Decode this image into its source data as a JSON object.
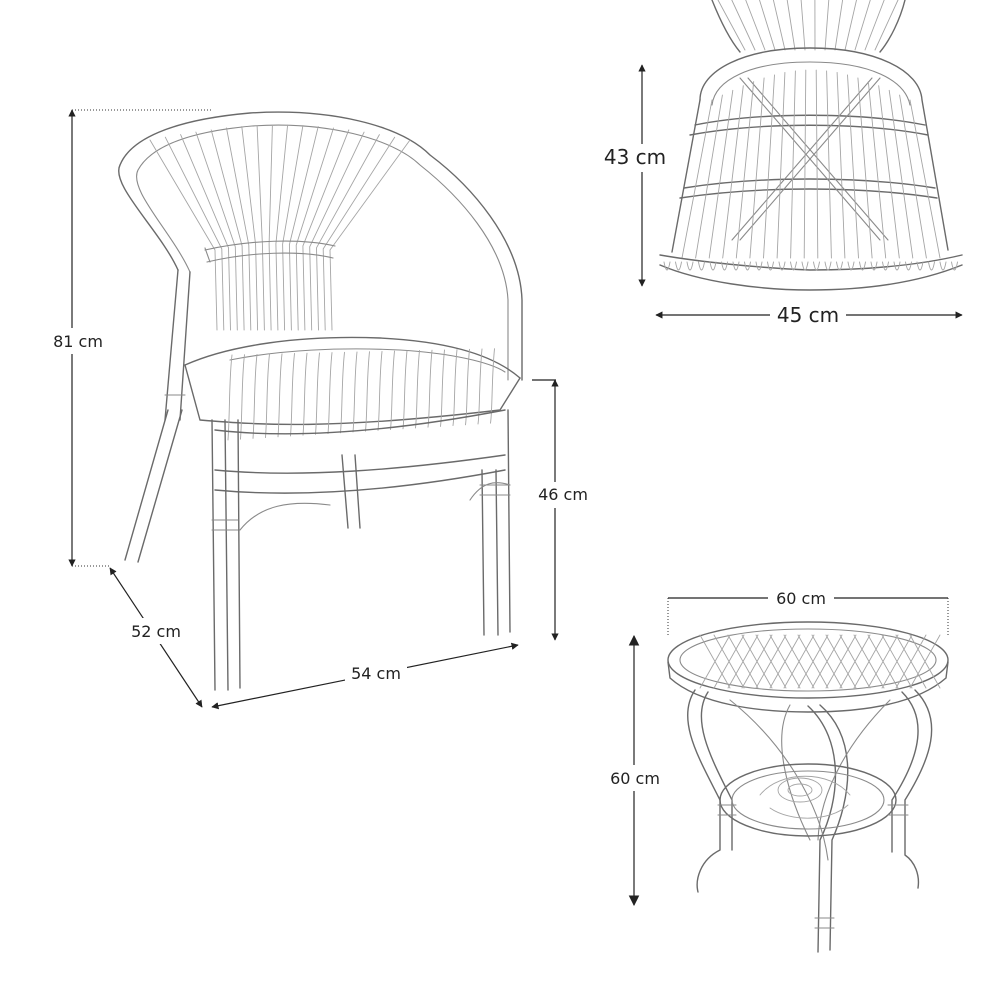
{
  "dimensions": {
    "chair_height": "81 cm",
    "chair_depth": "52 cm",
    "chair_width": "54 cm",
    "seat_height": "46 cm",
    "backrest_height": "43 cm",
    "backrest_width": "45 cm",
    "table_diameter": "60 cm",
    "table_height": "60 cm"
  },
  "colors": {
    "sketch": "#8a8a8a",
    "dimension_line": "#222222",
    "background": "#ffffff"
  }
}
